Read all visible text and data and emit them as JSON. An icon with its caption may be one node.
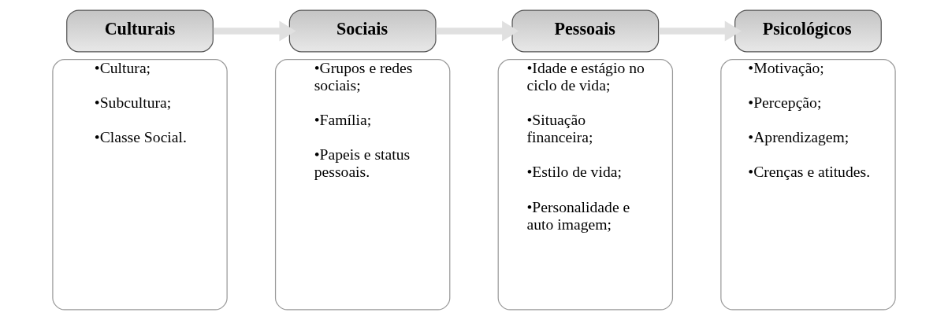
{
  "diagram": {
    "nodes": [
      {
        "text": [
          "Culturais"
        ]
      },
      {
        "text": [
          "•Cultura;",
          "•Subcultura;",
          "•Classe Social."
        ]
      },
      {
        "text": [
          "Sociais"
        ]
      },
      {
        "text": [
          "•Grupos e redes sociais;",
          "•Família;",
          "•Papeis e status pessoais."
        ]
      },
      {
        "text": [
          "Pessoais"
        ]
      },
      {
        "text": [
          "•Idade e estágio no ciclo de vida;",
          "•Situação financeira;",
          "•Estilo de vida;",
          "•Personalidade e auto imagem;"
        ]
      },
      {
        "text": [
          "Psicológicos"
        ]
      },
      {
        "text": [
          "•Motivação;",
          "•Percepção;",
          "•Aprendizagem;",
          "•Crenças e atitudes."
        ]
      }
    ],
    "edges": [
      {
        "from": 0,
        "to": 2,
        "arrow": "to"
      },
      {
        "from": 2,
        "to": 4,
        "arrow": "to"
      },
      {
        "from": 4,
        "to": 6,
        "arrow": "to"
      }
    ]
  }
}
